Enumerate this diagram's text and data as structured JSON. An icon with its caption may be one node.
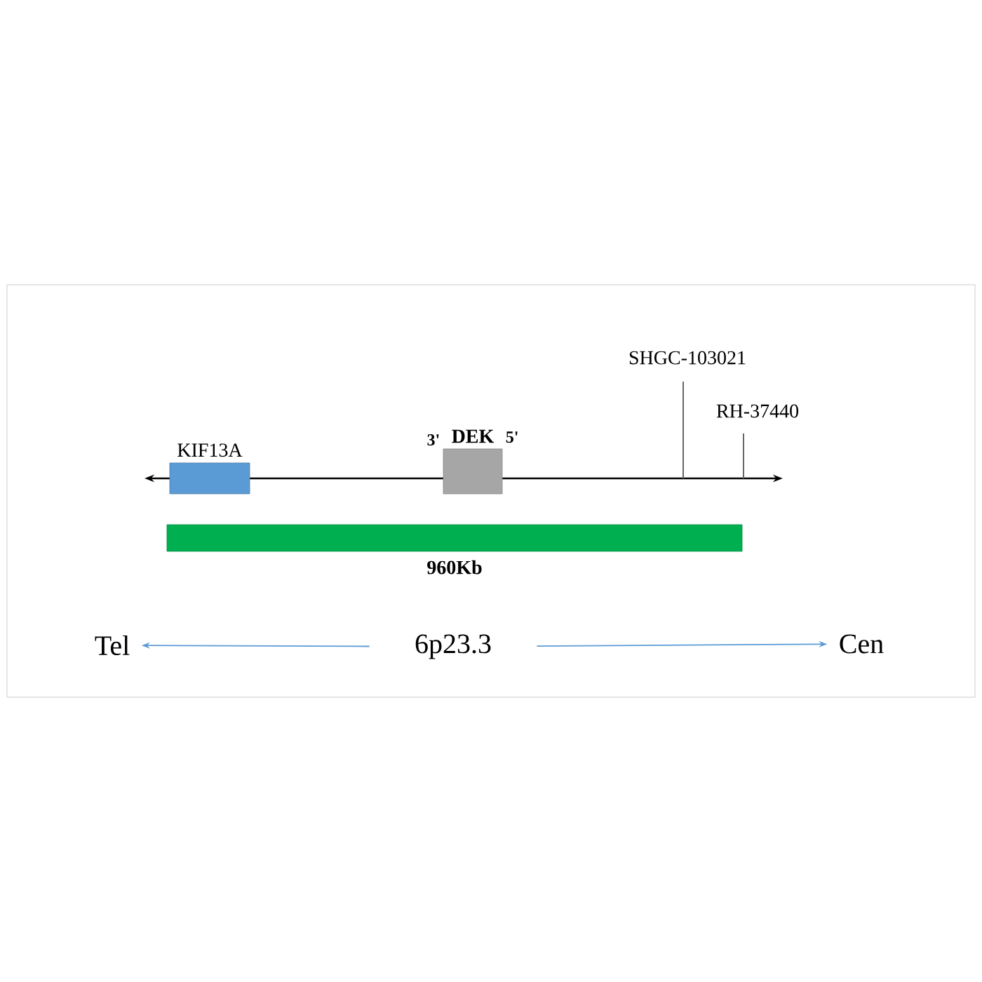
{
  "diagram": {
    "nodes": [
      {
        "text": [
          "KIF13A"
        ]
      },
      {
        "text": [
          "DEK"
        ],
        "beside": [
          "3'",
          "5'"
        ]
      },
      {
        "text": [
          "960Kb"
        ]
      },
      {
        "text": [
          "Tel"
        ]
      },
      {
        "text": [
          "6p23.3"
        ]
      },
      {
        "text": [
          "Cen"
        ]
      }
    ],
    "edges": [
      {
        "from": 4,
        "to": 3,
        "arrow": "to"
      },
      {
        "from": 4,
        "to": 5,
        "arrow": "to"
      }
    ],
    "labels": [
      "SHGC-103021",
      "RH-37440"
    ]
  }
}
